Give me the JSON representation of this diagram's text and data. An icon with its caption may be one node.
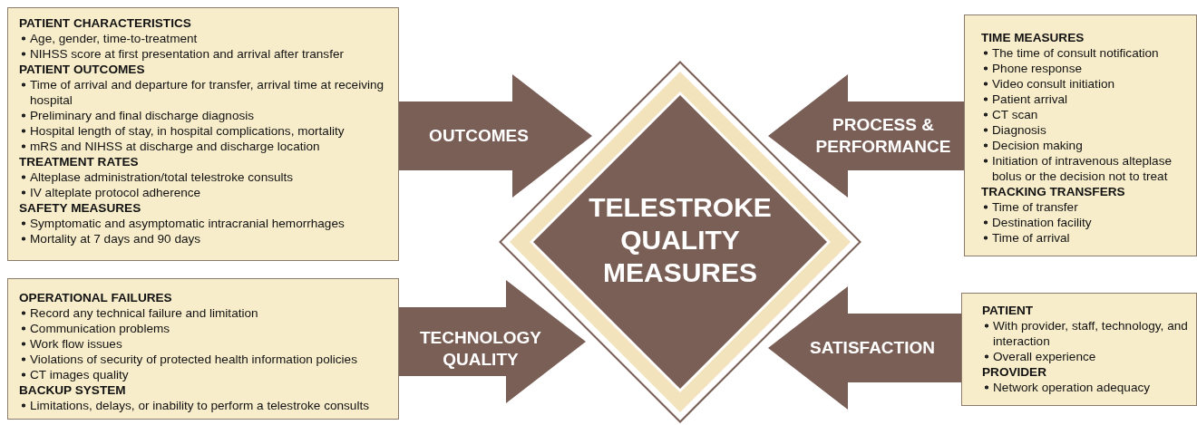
{
  "diagram": {
    "nodes": [
      {
        "text": [
          "PATIENT CHARACTERISTICS",
          "Age, gender, time-to-treatment",
          "NIHSS score at first presentation and arrival after transfer",
          "PATIENT OUTCOMES",
          "Time of arrival and departure for transfer, arrival time at receiving hospital",
          "Preliminary and final discharge diagnosis",
          "Hospital length of stay, in hospital complications, mortality",
          "mRS and NIHSS at discharge and discharge location",
          "TREATMENT RATES",
          "Alteplase administration/total telestroke consults",
          "IV alteplate protocol adherence",
          "SAFETY MEASURES",
          "Symptomatic and asymptomatic intracranial hemorrhages",
          "Mortality at 7 days and 90 days"
        ]
      },
      {
        "text": [
          "OPERATIONAL FAILURES",
          "Record any technical failure and limitation",
          "Communication problems",
          "Work flow issues",
          "Violations of security of protected health information policies",
          "CT images quality",
          "BACKUP SYSTEM",
          "Limitations, delays, or inability to perform a telestroke consults"
        ]
      },
      {
        "text": [
          "TELESTROKE QUALITY MEASURES"
        ]
      },
      {
        "text": [
          "TIME MEASURES",
          "The time of consult notification",
          "Phone response",
          "Video consult initiation",
          "Patient arrival",
          "CT scan",
          "Diagnosis",
          "Decision making",
          "Initiation of intravenous alteplase bolus or the decision not to treat",
          "TRACKING TRANSFERS",
          "Time of transfer",
          "Destination facility",
          "Time of arrival"
        ]
      },
      {
        "text": [
          "PATIENT",
          "With provider, staff, technology, and interaction",
          "Overall experience",
          "PROVIDER",
          "Network operation adequacy"
        ]
      }
    ],
    "edges": [
      {
        "from": 0,
        "to": 2,
        "arrow": "to",
        "label": "OUTCOMES"
      },
      {
        "from": 1,
        "to": 2,
        "arrow": "to",
        "label": "TECHNOLOGY QUALITY"
      },
      {
        "from": 3,
        "to": 2,
        "arrow": "to",
        "label": "PROCESS & PERFORMANCE"
      },
      {
        "from": 4,
        "to": 2,
        "arrow": "to",
        "label": "SATISFACTION"
      }
    ]
  }
}
